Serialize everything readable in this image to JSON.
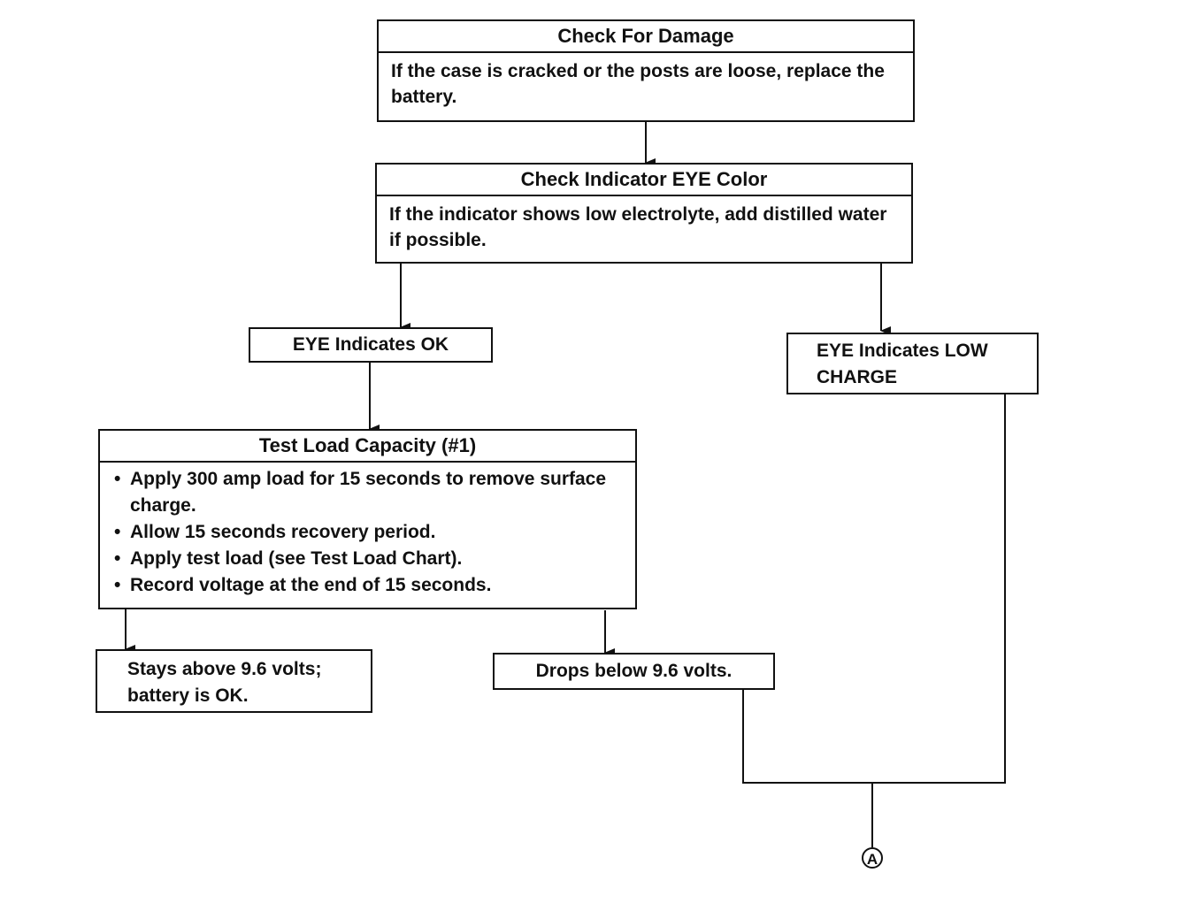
{
  "nodes": {
    "damage": {
      "title": "Check For Damage",
      "body": "If the case is cracked or the posts are loose, replace the battery."
    },
    "eye_color": {
      "title": "Check Indicator EYE Color",
      "body": "If the indicator shows low electrolyte, add distilled water if possible."
    },
    "eye_ok": {
      "text": "EYE Indicates OK"
    },
    "eye_low": {
      "text": "EYE Indicates LOW CHARGE"
    },
    "load_test": {
      "title": "Test Load Capacity (#1)",
      "bullets": [
        "Apply 300 amp load for 15 seconds to remove surface charge.",
        "Allow 15 seconds recovery period.",
        "Apply test load (see Test Load Chart).",
        "Record voltage at the end of 15 seconds."
      ]
    },
    "above": {
      "text": "Stays above 9.6 volts; battery is OK."
    },
    "below": {
      "text": "Drops below 9.6 volts."
    }
  },
  "connector": {
    "label": "A"
  }
}
